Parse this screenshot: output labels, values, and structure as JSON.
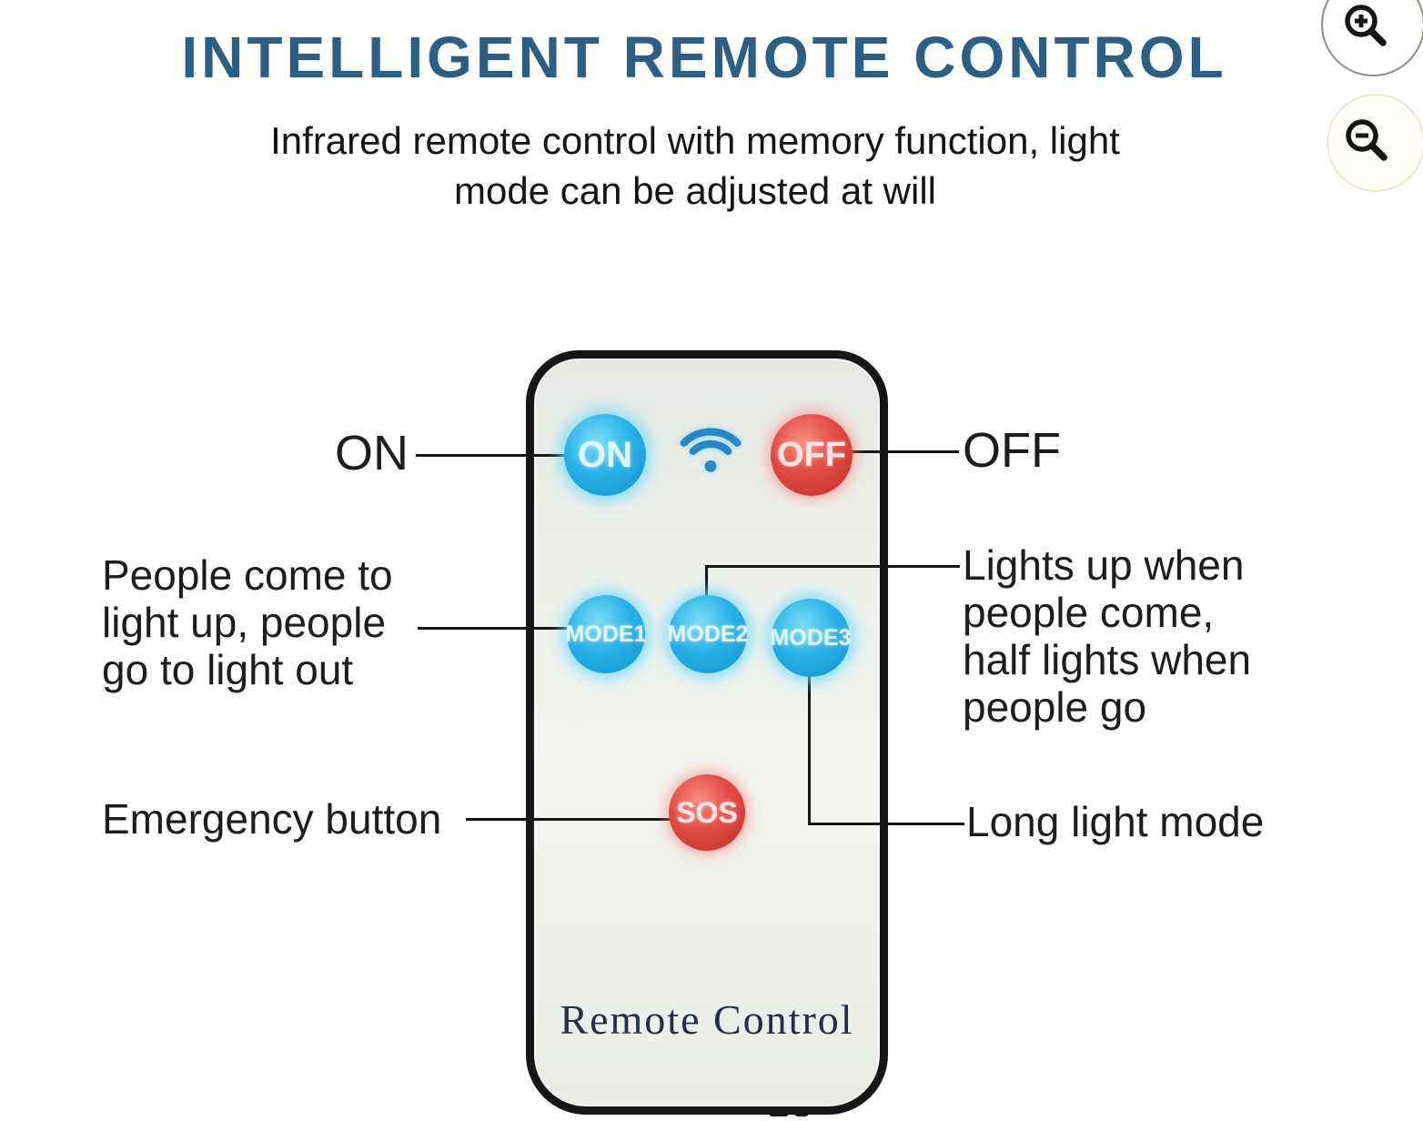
{
  "title": "INTELLIGENT REMOTE CONTROL",
  "subtitle": "Infrared remote control with memory function, light\nmode can be adjusted at will",
  "zoom_controls": {
    "zoom_in_icon": "magnifier-plus",
    "zoom_out_icon": "magnifier-minus"
  },
  "remote": {
    "buttons": {
      "on": "ON",
      "off": "OFF",
      "mode1": "MODE1",
      "mode2": "MODE2",
      "mode3": "MODE3",
      "sos": "SOS"
    },
    "wifi_icon": "wifi-signal",
    "label": "Remote Control"
  },
  "annotations": {
    "on": "ON",
    "off": "OFF",
    "left_modes": "People come to\nlight up, people\ngo to light out",
    "right_modes": "Lights up when\npeople come,\nhalf lights when\npeople go",
    "emergency": "Emergency button",
    "long_light": "Long light mode"
  },
  "colors": {
    "title_blue": "#2d5f84",
    "button_blue": "#1ba3d9",
    "button_red": "#dc3a3a",
    "remote_body": "#edf0ec",
    "remote_border": "#161616",
    "annotation_line": "#161616",
    "remote_label_text": "#262e44"
  }
}
